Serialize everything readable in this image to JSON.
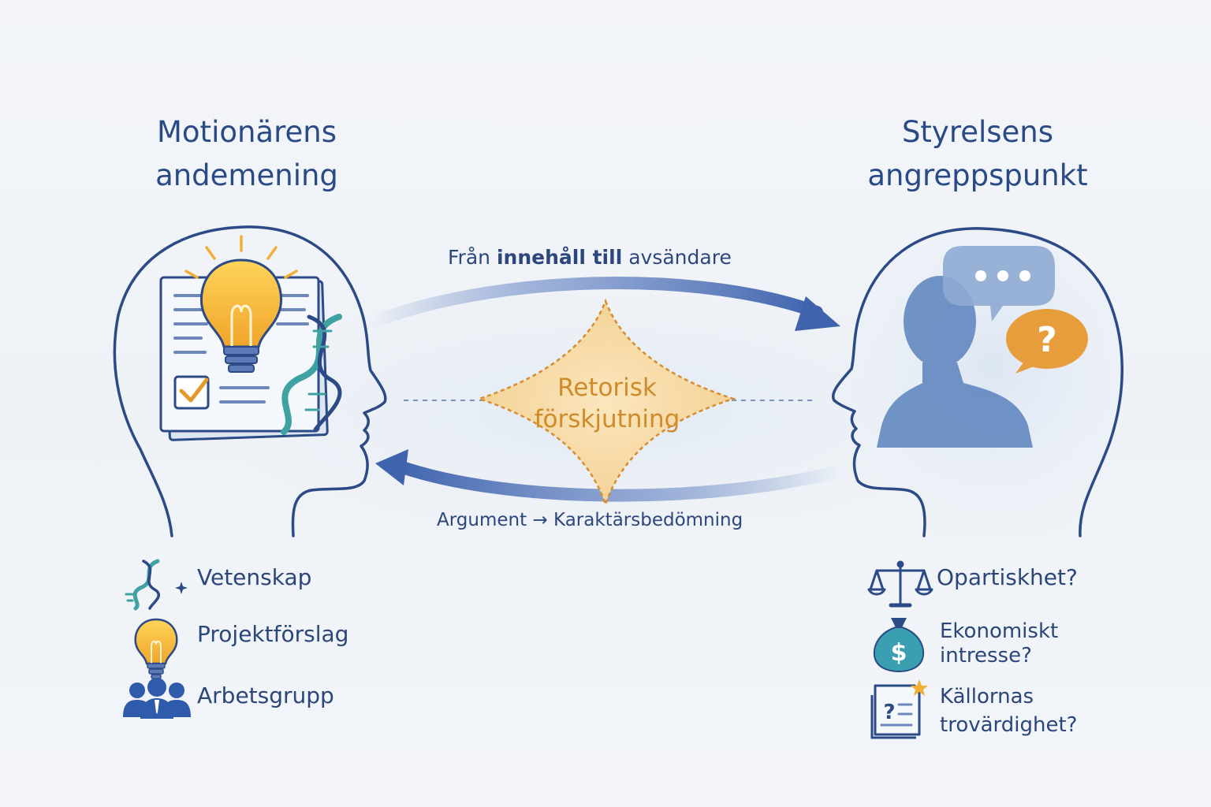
{
  "left": {
    "title_line1": "Motionärens",
    "title_line2": "andemening",
    "items": [
      {
        "label": "Vetenskap",
        "icon": "dna-icon"
      },
      {
        "label": "Projektförslag",
        "icon": "lightbulb-icon"
      },
      {
        "label": "Arbetsgrupp",
        "icon": "team-icon"
      }
    ]
  },
  "right": {
    "title_line1": "Styrelsens",
    "title_line2": "angreppspunkt",
    "items": [
      {
        "label": "Opartiskhet?",
        "icon": "scales-icon"
      },
      {
        "label_line1": "Ekonomiskt",
        "label_line2": "intresse?",
        "icon": "money-bag-icon"
      },
      {
        "label_line1": "Källornas",
        "label_line2": "trovärdighet?",
        "icon": "questioned-document-icon"
      }
    ]
  },
  "center": {
    "top_arrow_pre": "Från",
    "top_arrow_bold": "innehåll till",
    "top_arrow_post": "avsändare",
    "label_line1": "Retorisk",
    "label_line2": "förskjutning",
    "bottom_arrow_from": "Argument",
    "bottom_arrow_sep": "→",
    "bottom_arrow_to": "Karaktärsbedömning"
  },
  "colors": {
    "navy": "#2a4a86",
    "accent_orange": "#cf8a2a",
    "arrow_blue": "#4d6fb6",
    "diamond_fill": "#f6d9a3"
  }
}
